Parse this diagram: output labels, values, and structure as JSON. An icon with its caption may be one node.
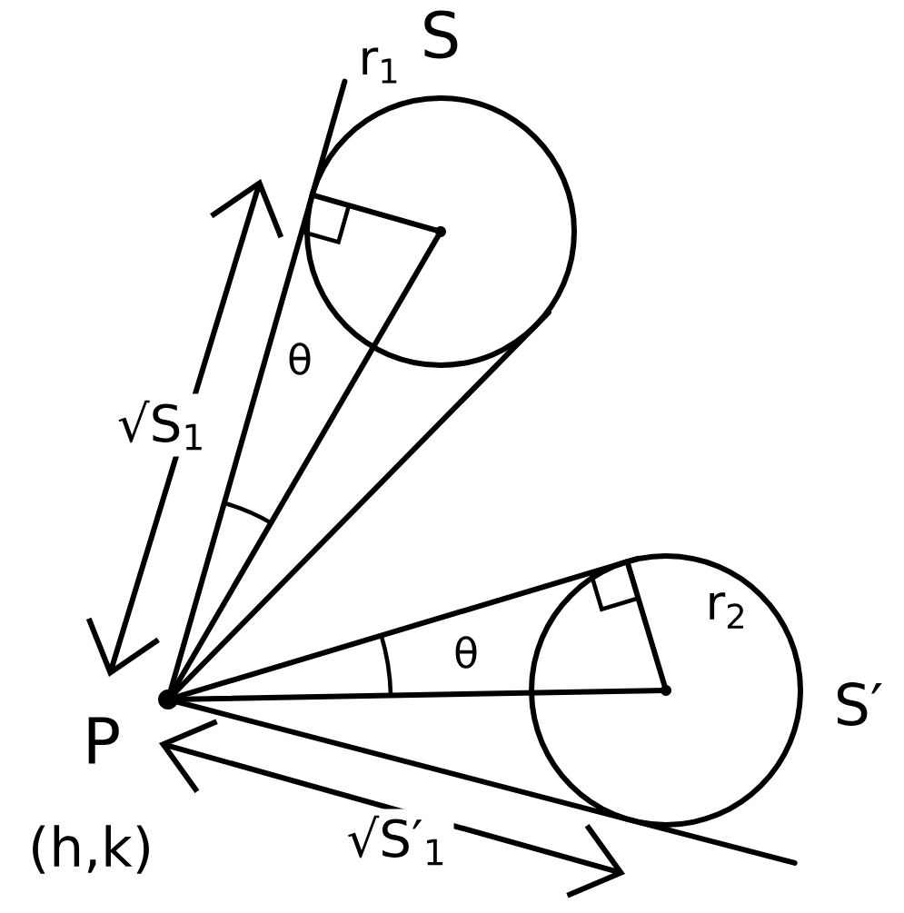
{
  "diagram": {
    "labels": [
      "S",
      "r$_{1}$",
      "θ",
      "√S$_{1}$",
      "θ",
      "r$_{2}$",
      "S′",
      "P",
      "(h,k)",
      "√S′$_{1}$"
    ]
  }
}
